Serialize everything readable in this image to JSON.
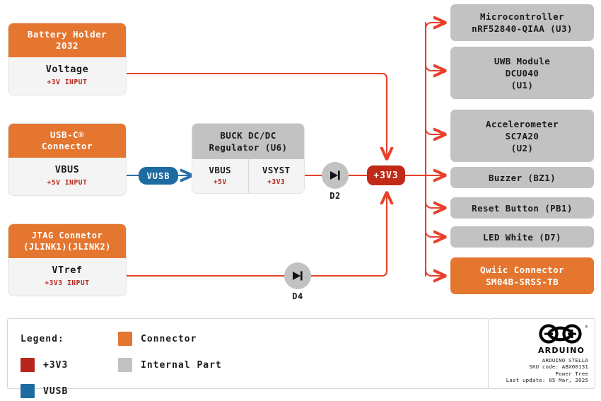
{
  "diagram": {
    "title": "ARDUINO STELLA Power Tree",
    "colors": {
      "connector": "#e4762f",
      "internal": "#c2c2c2",
      "rail_3v3": "#c02a16",
      "vusb": "#1e6ba1",
      "wire_red": "#e8402a",
      "wire_blue": "#2a6fa8"
    }
  },
  "sources": [
    {
      "id": "battery-holder",
      "header": "Battery Holder\n2032",
      "header_lines": [
        "Battery Holder",
        "2032"
      ],
      "net": "Voltage",
      "voltage": "+3V INPUT"
    },
    {
      "id": "usb-c-connector",
      "header_lines": [
        "USB-C®",
        "Connector"
      ],
      "net": "VBUS",
      "voltage": "+5V INPUT"
    },
    {
      "id": "jtag-connector",
      "header_lines": [
        "JTAG Connetor",
        "(JLINK1)(JLINK2)"
      ],
      "net": "VTref",
      "voltage": "+3V3 INPUT"
    }
  ],
  "net_labels": [
    {
      "id": "vusb",
      "label": "VUSB"
    }
  ],
  "regulator": {
    "id": "buck-regulator",
    "header_lines": [
      "BUCK DC/DC",
      "Regulator (U6)"
    ],
    "inputs": [
      {
        "name": "VBUS",
        "voltage": "+5V"
      },
      {
        "name": "VSYST",
        "voltage": "+3V3"
      }
    ]
  },
  "diodes": [
    {
      "id": "d2",
      "ref": "D2"
    },
    {
      "id": "d4",
      "ref": "D4"
    }
  ],
  "rail": {
    "id": "rail-3v3",
    "label": "+3V3"
  },
  "loads": [
    {
      "id": "microcontroller",
      "type": "internal",
      "lines": [
        "Microcontroller",
        "nRF52840-QIAA (U3)"
      ]
    },
    {
      "id": "uwb-module",
      "type": "internal",
      "lines": [
        "UWB Module",
        "DCU040",
        "(U1)"
      ]
    },
    {
      "id": "accelerometer",
      "type": "internal",
      "lines": [
        "Accelerometer",
        "SC7A20",
        "(U2)"
      ]
    },
    {
      "id": "buzzer",
      "type": "internal",
      "lines": [
        "Buzzer (BZ1)"
      ]
    },
    {
      "id": "reset-button",
      "type": "internal",
      "lines": [
        "Reset Button (PB1)"
      ]
    },
    {
      "id": "led-white",
      "type": "internal",
      "lines": [
        "LED White (D7)"
      ]
    },
    {
      "id": "qwiic-connector",
      "type": "connector",
      "lines": [
        "Qwiic Connector",
        "SM04B-SRSS-TB"
      ]
    }
  ],
  "legend": {
    "title": "Legend:",
    "entries": [
      {
        "id": "connector",
        "label": "Connector",
        "color": "#e4762f"
      },
      {
        "id": "rail-3v3",
        "label": "+3V3",
        "color": "#b5261c"
      },
      {
        "id": "internal-part",
        "label": "Internal Part",
        "color": "#c2c2c2"
      },
      {
        "id": "vusb",
        "label": "VUSB",
        "color": "#1e6ba1"
      }
    ]
  },
  "title_block": {
    "brand": "ARDUINO",
    "product": "ARDUINO STELLA",
    "sku": "SKU code: ABX00131",
    "doc_type": "Power Tree",
    "last_update": "Last update: 05 Mar, 2025"
  }
}
